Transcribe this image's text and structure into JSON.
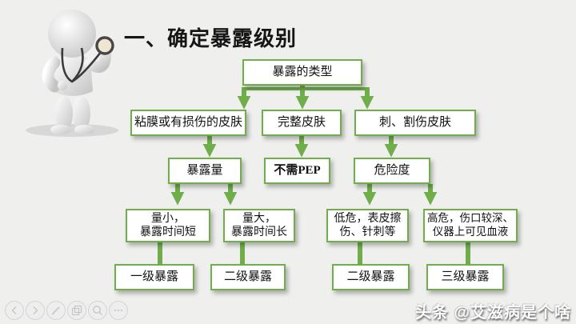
{
  "slide": {
    "title": "一、确定暴露级别",
    "watermark": "头条 @艾滋病是个啥"
  },
  "flowchart": {
    "root": "暴露的类型",
    "mucosa": "粘膜或有损伤的皮肤",
    "intact_skin": "完整皮肤",
    "cut_skin": "刺、割伤皮肤",
    "exposure_amount": "暴露量",
    "no_pep": "不需PEP",
    "risk_level": "危险度",
    "small_amount": "量小，\n暴露时间短",
    "large_amount": "量大，\n暴露时间长",
    "low_risk": "低危，表皮擦\n伤、针刺等",
    "high_risk": "高危，伤口较深、\n仪器上可见血液",
    "level1": "一级暴露",
    "level2a": "二级暴露",
    "level2b": "二级暴露",
    "level3": "三级暴露"
  },
  "colors": {
    "accent_green": "#6fae4b",
    "background": "#efefee",
    "box_fill": "#ffffff"
  },
  "viewer_controls": {
    "prev": "previous-slide",
    "next": "next-slide",
    "pen": "pen-tool",
    "slides": "slide-panel",
    "zoom": "zoom-tool",
    "more": "more-options"
  }
}
